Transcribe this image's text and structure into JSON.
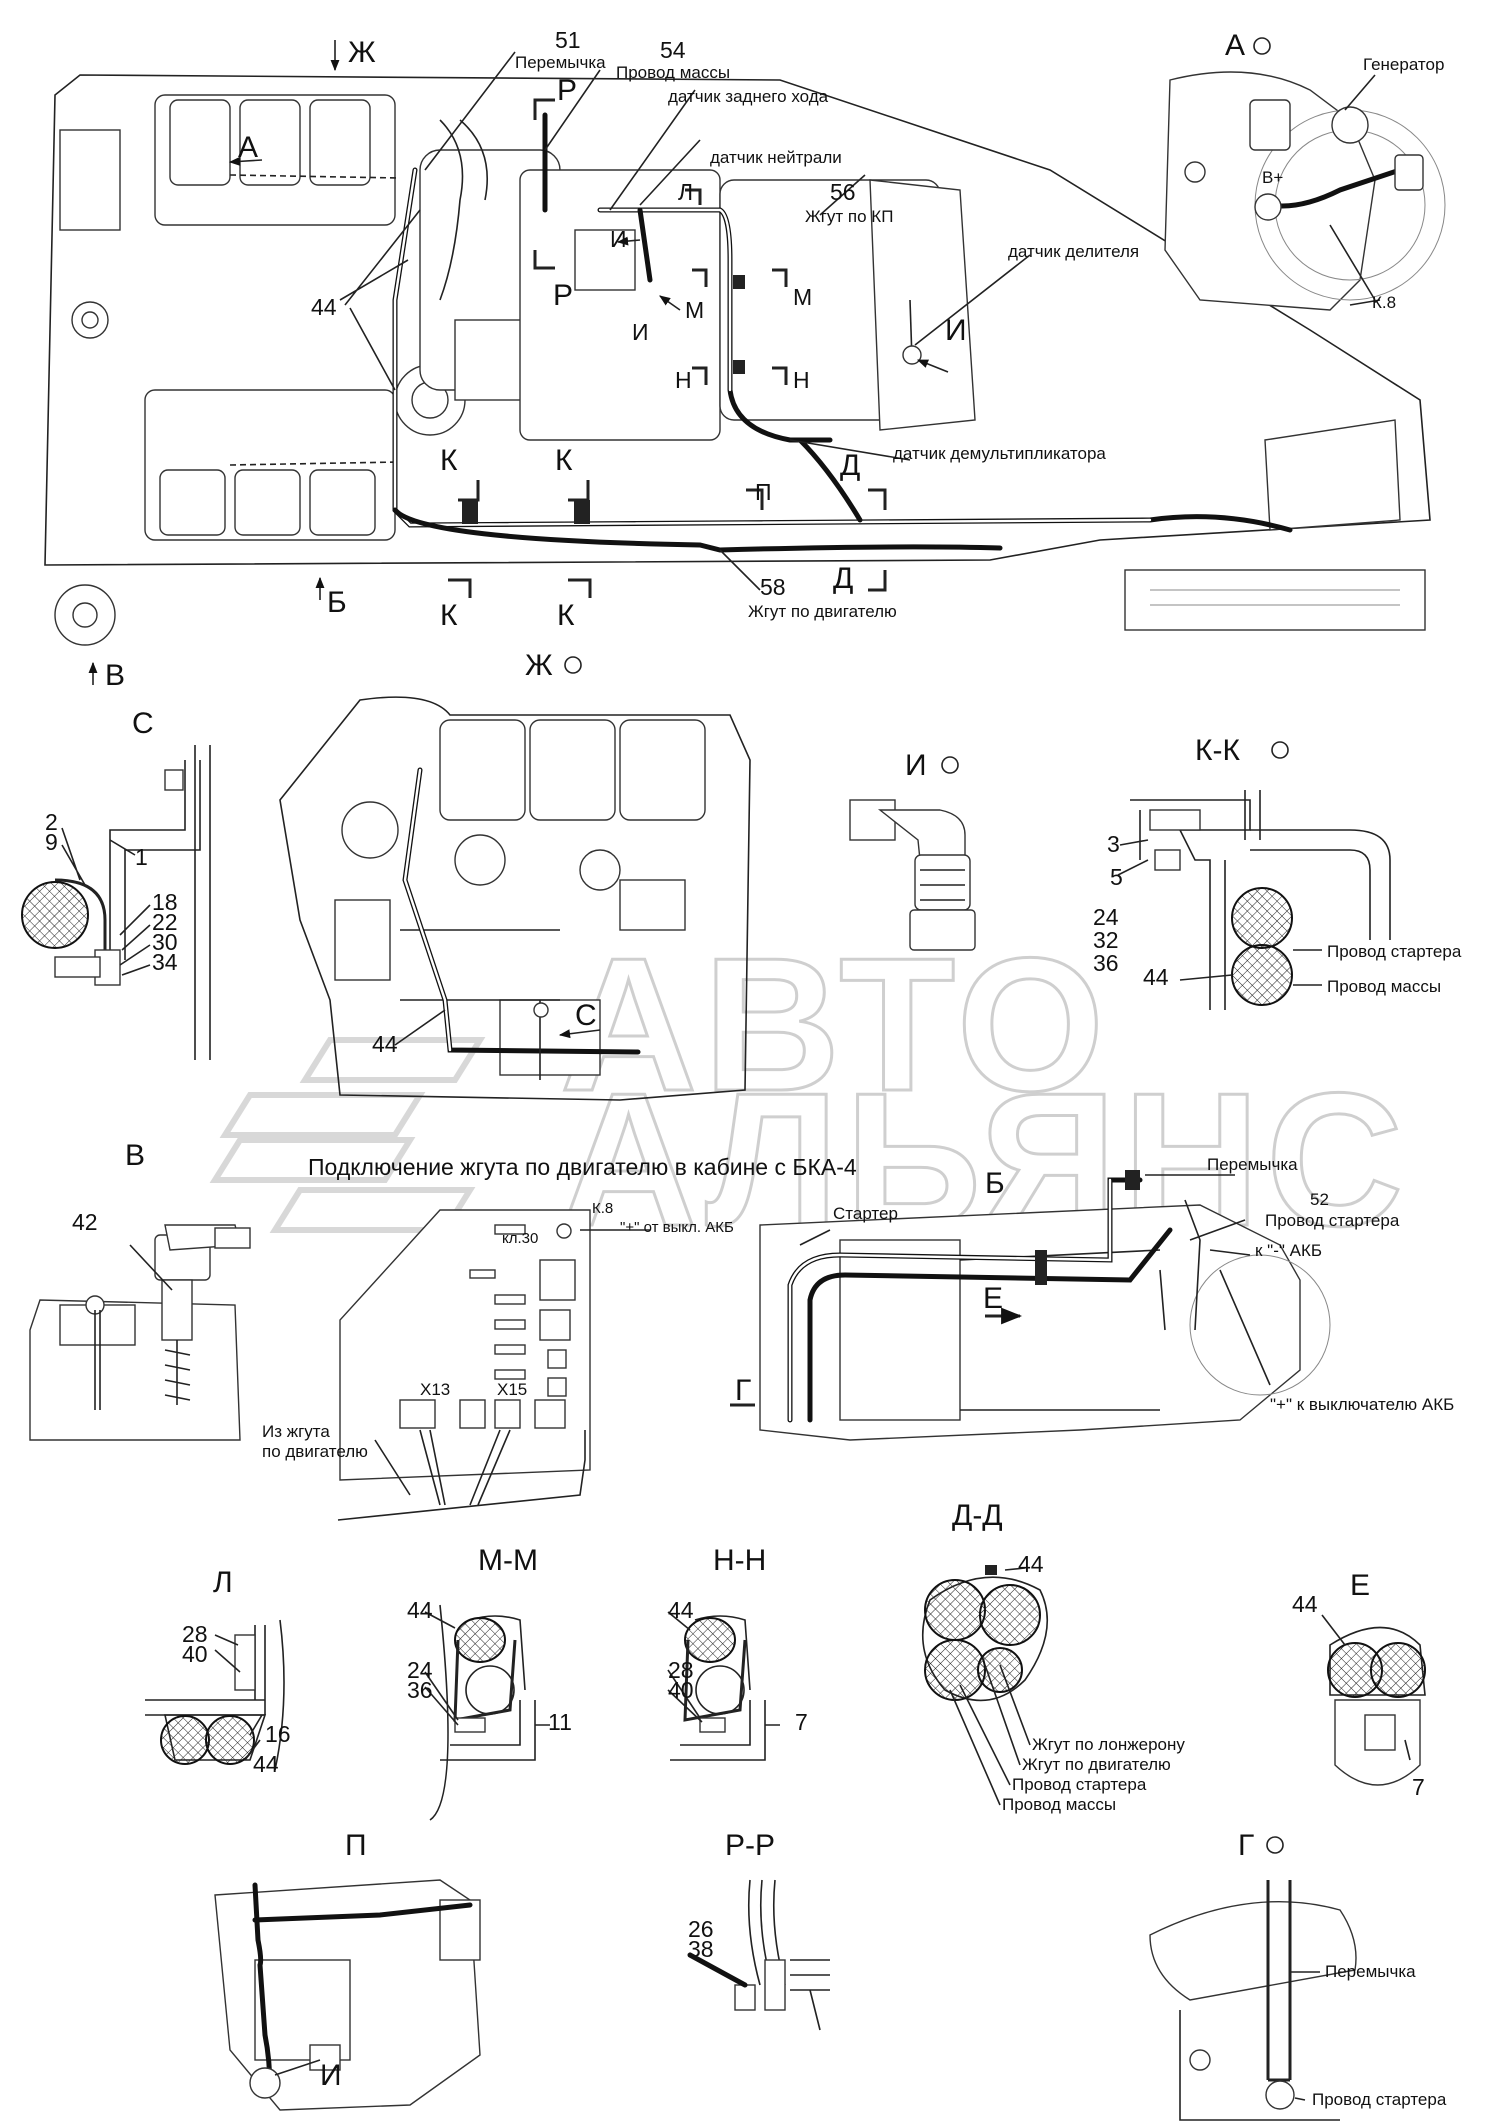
{
  "labels": {
    "arr_zh": "Ж",
    "n51": "51",
    "peremychka_top": "Перемычка",
    "n54": "54",
    "provod_massy_top": "Провод массы",
    "r1": "Р",
    "datchik_zadnego": "датчик заднего хода",
    "a_view": "А",
    "datchik_neitrali": "датчик нейтрали",
    "l_top": "Л",
    "n56": "56",
    "zhgut_kp": "Жгут по КП",
    "i1": "И",
    "r2": "Р",
    "m1": "М",
    "m2": "М",
    "i2": "И",
    "n1": "Н",
    "n2": "Н",
    "n44a": "44",
    "datchik_delitelya": "датчик делителя",
    "i3": "И",
    "k1": "К",
    "k2": "К",
    "datchik_demult": "датчик демультипликатора",
    "p_top": "П",
    "d1": "Д",
    "d2": "Д",
    "b_arrow": "Б",
    "k3": "К",
    "k4": "К",
    "n58": "58",
    "zhgut_dvig": "Жгут по двигателю",
    "v_arrow": "В",
    "a_circ": "А",
    "generator": "Генератор",
    "b_plus": "В+",
    "k8": "К.8",
    "zh_circ": "Ж",
    "s_title": "С",
    "s2": "2",
    "s9": "9",
    "s1": "1",
    "s18": "18",
    "s22": "22",
    "s30": "30",
    "s34": "34",
    "n44_zh": "44",
    "c_arrow": "С",
    "i_circ": "И",
    "kk": "К-К",
    "kk3": "3",
    "kk5": "5",
    "kk24": "24",
    "kk32": "32",
    "kk36": "36",
    "kk44": "44",
    "provod_startera_kk": "Провод стартера",
    "provod_massy_kk": "Провод массы",
    "v_title": "В",
    "v42": "42",
    "bka_title": "Подключение жгута по двигателю в кабине с БКА-4",
    "bka_k8": "К.8",
    "kl30": "кл.30",
    "plus_akb": "\"+\" от выкл. АКБ",
    "x13": "X13",
    "x15": "X15",
    "iz_zhguta": "Из жгута",
    "po_dvig": "по двигателю",
    "b_title": "Б",
    "peremychka_b": "Перемычка",
    "n52": "52",
    "provod_startera_b": "Провод стартера",
    "minus_akb": "к \"-\" АКБ",
    "starter": "Стартер",
    "e_arrow": "Е",
    "g_arrow": "Г",
    "plus_to_akb": "\"+\" к выключателю АКБ",
    "l_title": "Л",
    "l28": "28",
    "l40": "40",
    "l16": "16",
    "l44": "44",
    "mm_title": "М-М",
    "m44": "44",
    "m24": "24",
    "m36": "36",
    "m11": "11",
    "nn_title": "Н-Н",
    "n_44": "44",
    "n28": "28",
    "n40": "40",
    "n7": "7",
    "dd_title": "Д-Д",
    "d44": "44",
    "zh_lonzh": "Жгут по лонжерону",
    "zh_dvig": "Жгут по двигателю",
    "pr_start": "Провод стартера",
    "pr_massy": "Провод массы",
    "e_title": "Е",
    "e44": "44",
    "e7": "7",
    "p_title": "П",
    "p_i": "И",
    "rr_title": "Р-Р",
    "r26": "26",
    "r38": "38",
    "g_circ": "Г",
    "peremychka_g": "Перемычка",
    "provod_startera_g": "Провод стартера"
  },
  "watermark": {
    "line1": "АВТО",
    "line2": "АЛЬЯНС"
  }
}
